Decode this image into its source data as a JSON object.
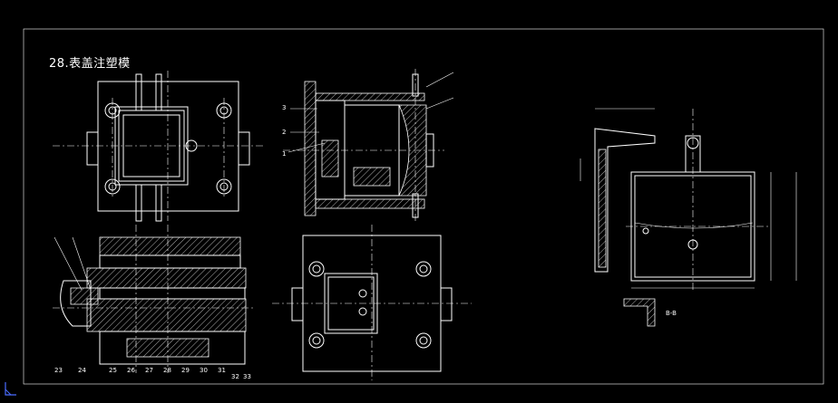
{
  "drawing": {
    "title": "28.表盖注塑模",
    "background": "#000000",
    "line_color": "#ffffff",
    "section_label": "B-B"
  },
  "callouts": {
    "front_section": [
      "1",
      "2",
      "3"
    ],
    "bottom_left": [
      "23",
      "24",
      "25",
      "26",
      "27",
      "28",
      "29",
      "30",
      "31",
      "32",
      "33"
    ]
  },
  "icons": {
    "ucs": "ucs-axis-icon"
  }
}
